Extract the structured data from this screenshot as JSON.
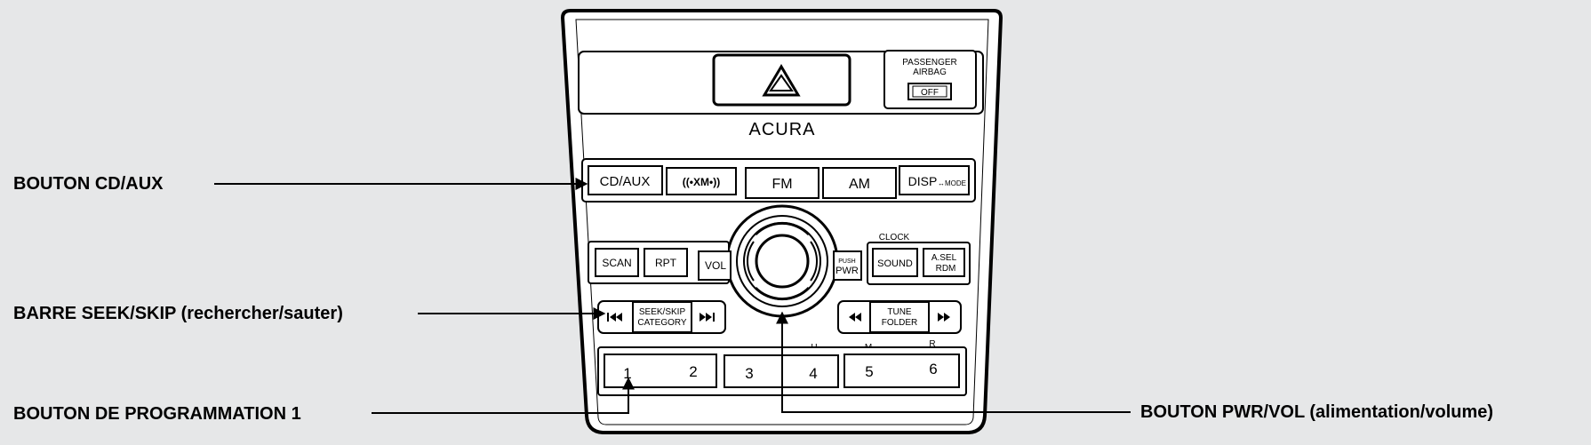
{
  "callouts": {
    "cd_aux": "BOUTON CD/AUX",
    "seek_skip": "BARRE SEEK/SKIP (rechercher/sauter)",
    "preset_1": "BOUTON DE PROGRAMMATION 1",
    "pwr_vol": "BOUTON PWR/VOL (alimentation/volume)"
  },
  "panel": {
    "passenger_airbag_line1": "PASSENGER",
    "passenger_airbag_line2": "AIRBAG",
    "airbag_off": "OFF",
    "brand": "ACURA",
    "source_buttons": [
      "CD/AUX",
      "((•XM•))",
      "FM",
      "AM",
      "DISP"
    ],
    "disp_mode": "↔MODE",
    "scan": "SCAN",
    "rpt": "RPT",
    "vol": "VOL",
    "push_pwr_line1": "PUSH",
    "push_pwr_line2": "PWR",
    "clock": "CLOCK",
    "sound": "SOUND",
    "asel_line1": "A.SEL",
    "asel_line2": "RDM",
    "seek_line1": "SEEK/SKIP",
    "seek_line2": "CATEGORY",
    "tune_line1": "TUNE",
    "tune_line2": "FOLDER",
    "preset_labels": [
      "H",
      "M",
      "R"
    ],
    "presets": [
      "1",
      "2",
      "3",
      "4",
      "5",
      "6"
    ]
  }
}
